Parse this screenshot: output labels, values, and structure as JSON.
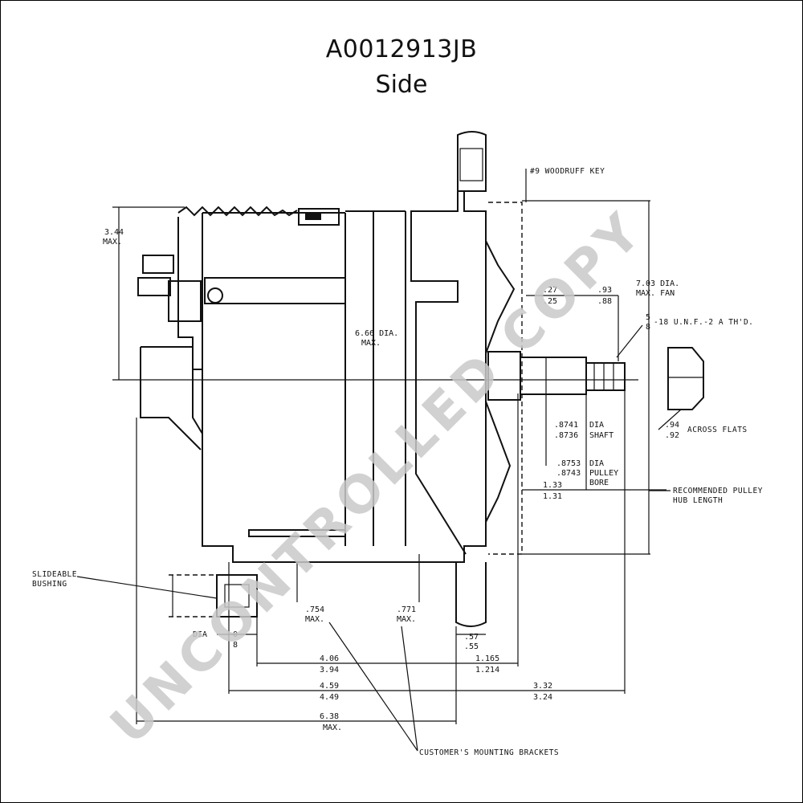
{
  "title": "A0012913JB",
  "subtitle": "Side",
  "watermark": "UNCONTROLLED COPY",
  "dimensions": {
    "height_344": "3.44",
    "max_a": "MAX.",
    "dia_666": "6.66 DIA.",
    "max_b": "MAX.",
    "fan_703": "7.03 DIA.",
    "fan_max": "MAX. FAN",
    "d27": ".27",
    "d25": ".25",
    "d93": ".93",
    "d88": ".88",
    "woodruff": "#9 WOODRUFF KEY",
    "thread_5": "5",
    "thread_8": "8",
    "thread_rest": "-18 U.N.F.-2 A TH'D.",
    "flats_94": ".94",
    "flats_92": ".92",
    "flats_label": "ACROSS FLATS",
    "shaft_8741": ".8741",
    "shaft_8736": ".8736",
    "shaft_dia": "DIA",
    "shaft_label": "SHAFT",
    "bore_8753": ".8753",
    "bore_8743": ".8743",
    "bore_dia": "DIA",
    "bore_pulley": "PULLEY",
    "bore_label": "BORE",
    "hub_133": "1.33",
    "hub_131": "1.31",
    "hub_rec": "RECOMMENDED PULLEY",
    "hub_len": "HUB LENGTH",
    "slide_1": "SLIDEABLE",
    "slide_2": "BUSHING",
    "dia_small": "DIA",
    "d_0": "0",
    "d_8": "8",
    "d_754": ".754",
    "max_c": "MAX.",
    "d_771": ".771",
    "max_d": "MAX.",
    "d_57": ".57",
    "d_55": ".55",
    "d_406": "4.06",
    "d_394": "3.94",
    "d_1165": "1.165",
    "d_1214": "1.214",
    "d_459": "4.59",
    "d_449": "4.49",
    "d_332": "3.32",
    "d_324": "3.24",
    "d_638": "6.38",
    "max_e": "MAX.",
    "brackets": "CUSTOMER'S MOUNTING BRACKETS"
  }
}
